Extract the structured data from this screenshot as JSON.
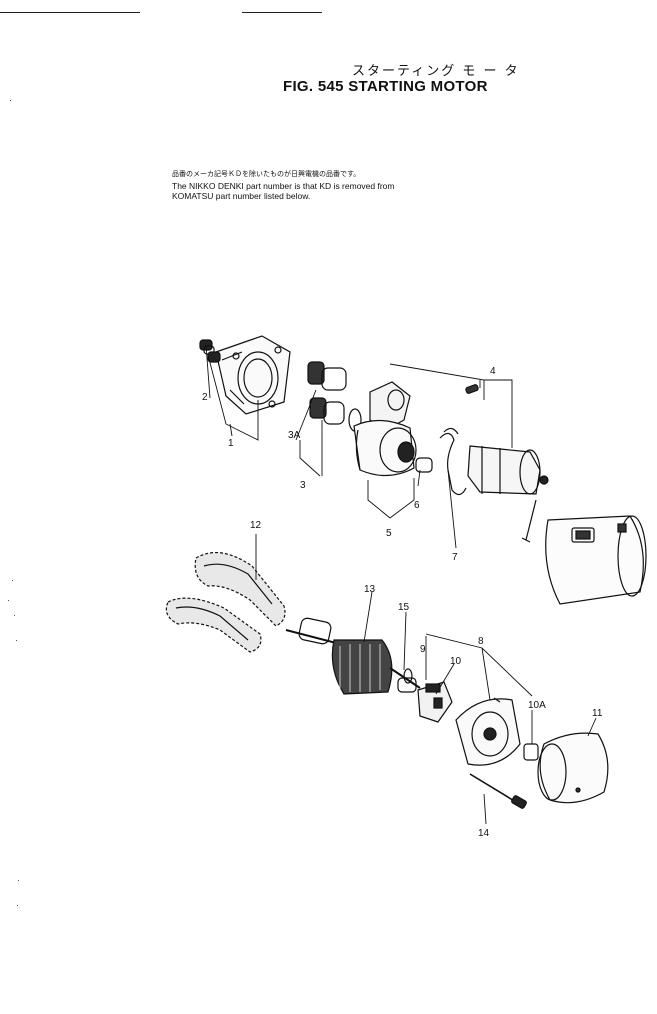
{
  "header": {
    "title_jp": "スターティング モ ー タ",
    "title_en": "FIG. 545  STARTING MOTOR"
  },
  "note": {
    "jp": "品番のメーカ記号ＫＤを除いたものが日興電機の品番です。",
    "en_line1": "The NIKKO DENKI part number is that KD is removed from",
    "en_line2": "KOMATSU part number listed below."
  },
  "callouts": {
    "c1": "1",
    "c2": "2",
    "c3": "3",
    "c3a": "3A",
    "c4": "4",
    "c5": "5",
    "c6": "6",
    "c7": "7",
    "c8": "8",
    "c9": "9",
    "c10": "10",
    "c10a": "10A",
    "c11": "11",
    "c12": "12",
    "c13": "13",
    "c14": "14",
    "c15": "15"
  }
}
